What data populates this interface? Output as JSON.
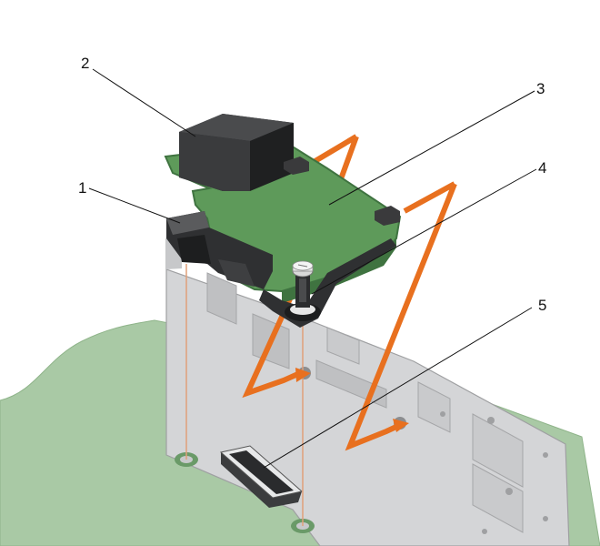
{
  "figure": {
    "callouts": [
      {
        "id": "1",
        "label": "1"
      },
      {
        "id": "2",
        "label": "2"
      },
      {
        "id": "3",
        "label": "3"
      },
      {
        "id": "4",
        "label": "4"
      },
      {
        "id": "5",
        "label": "5"
      }
    ],
    "colors": {
      "motherboard": "#a9c9a5",
      "motherboard_edge": "#8fb48a",
      "back_panel": "#d4d5d7",
      "back_panel_dark": "#b8b9bb",
      "card_pcb": "#5e9a5a",
      "card_pcb_edge": "#3f7340",
      "latch": "#3a3a3c",
      "heatsink_top": "#4a4b4d",
      "heatsink_side": "#2a2b2d",
      "arrow": "#e8701f",
      "guide_line": "#e0a07a",
      "standoff": "#6a9a68"
    }
  }
}
